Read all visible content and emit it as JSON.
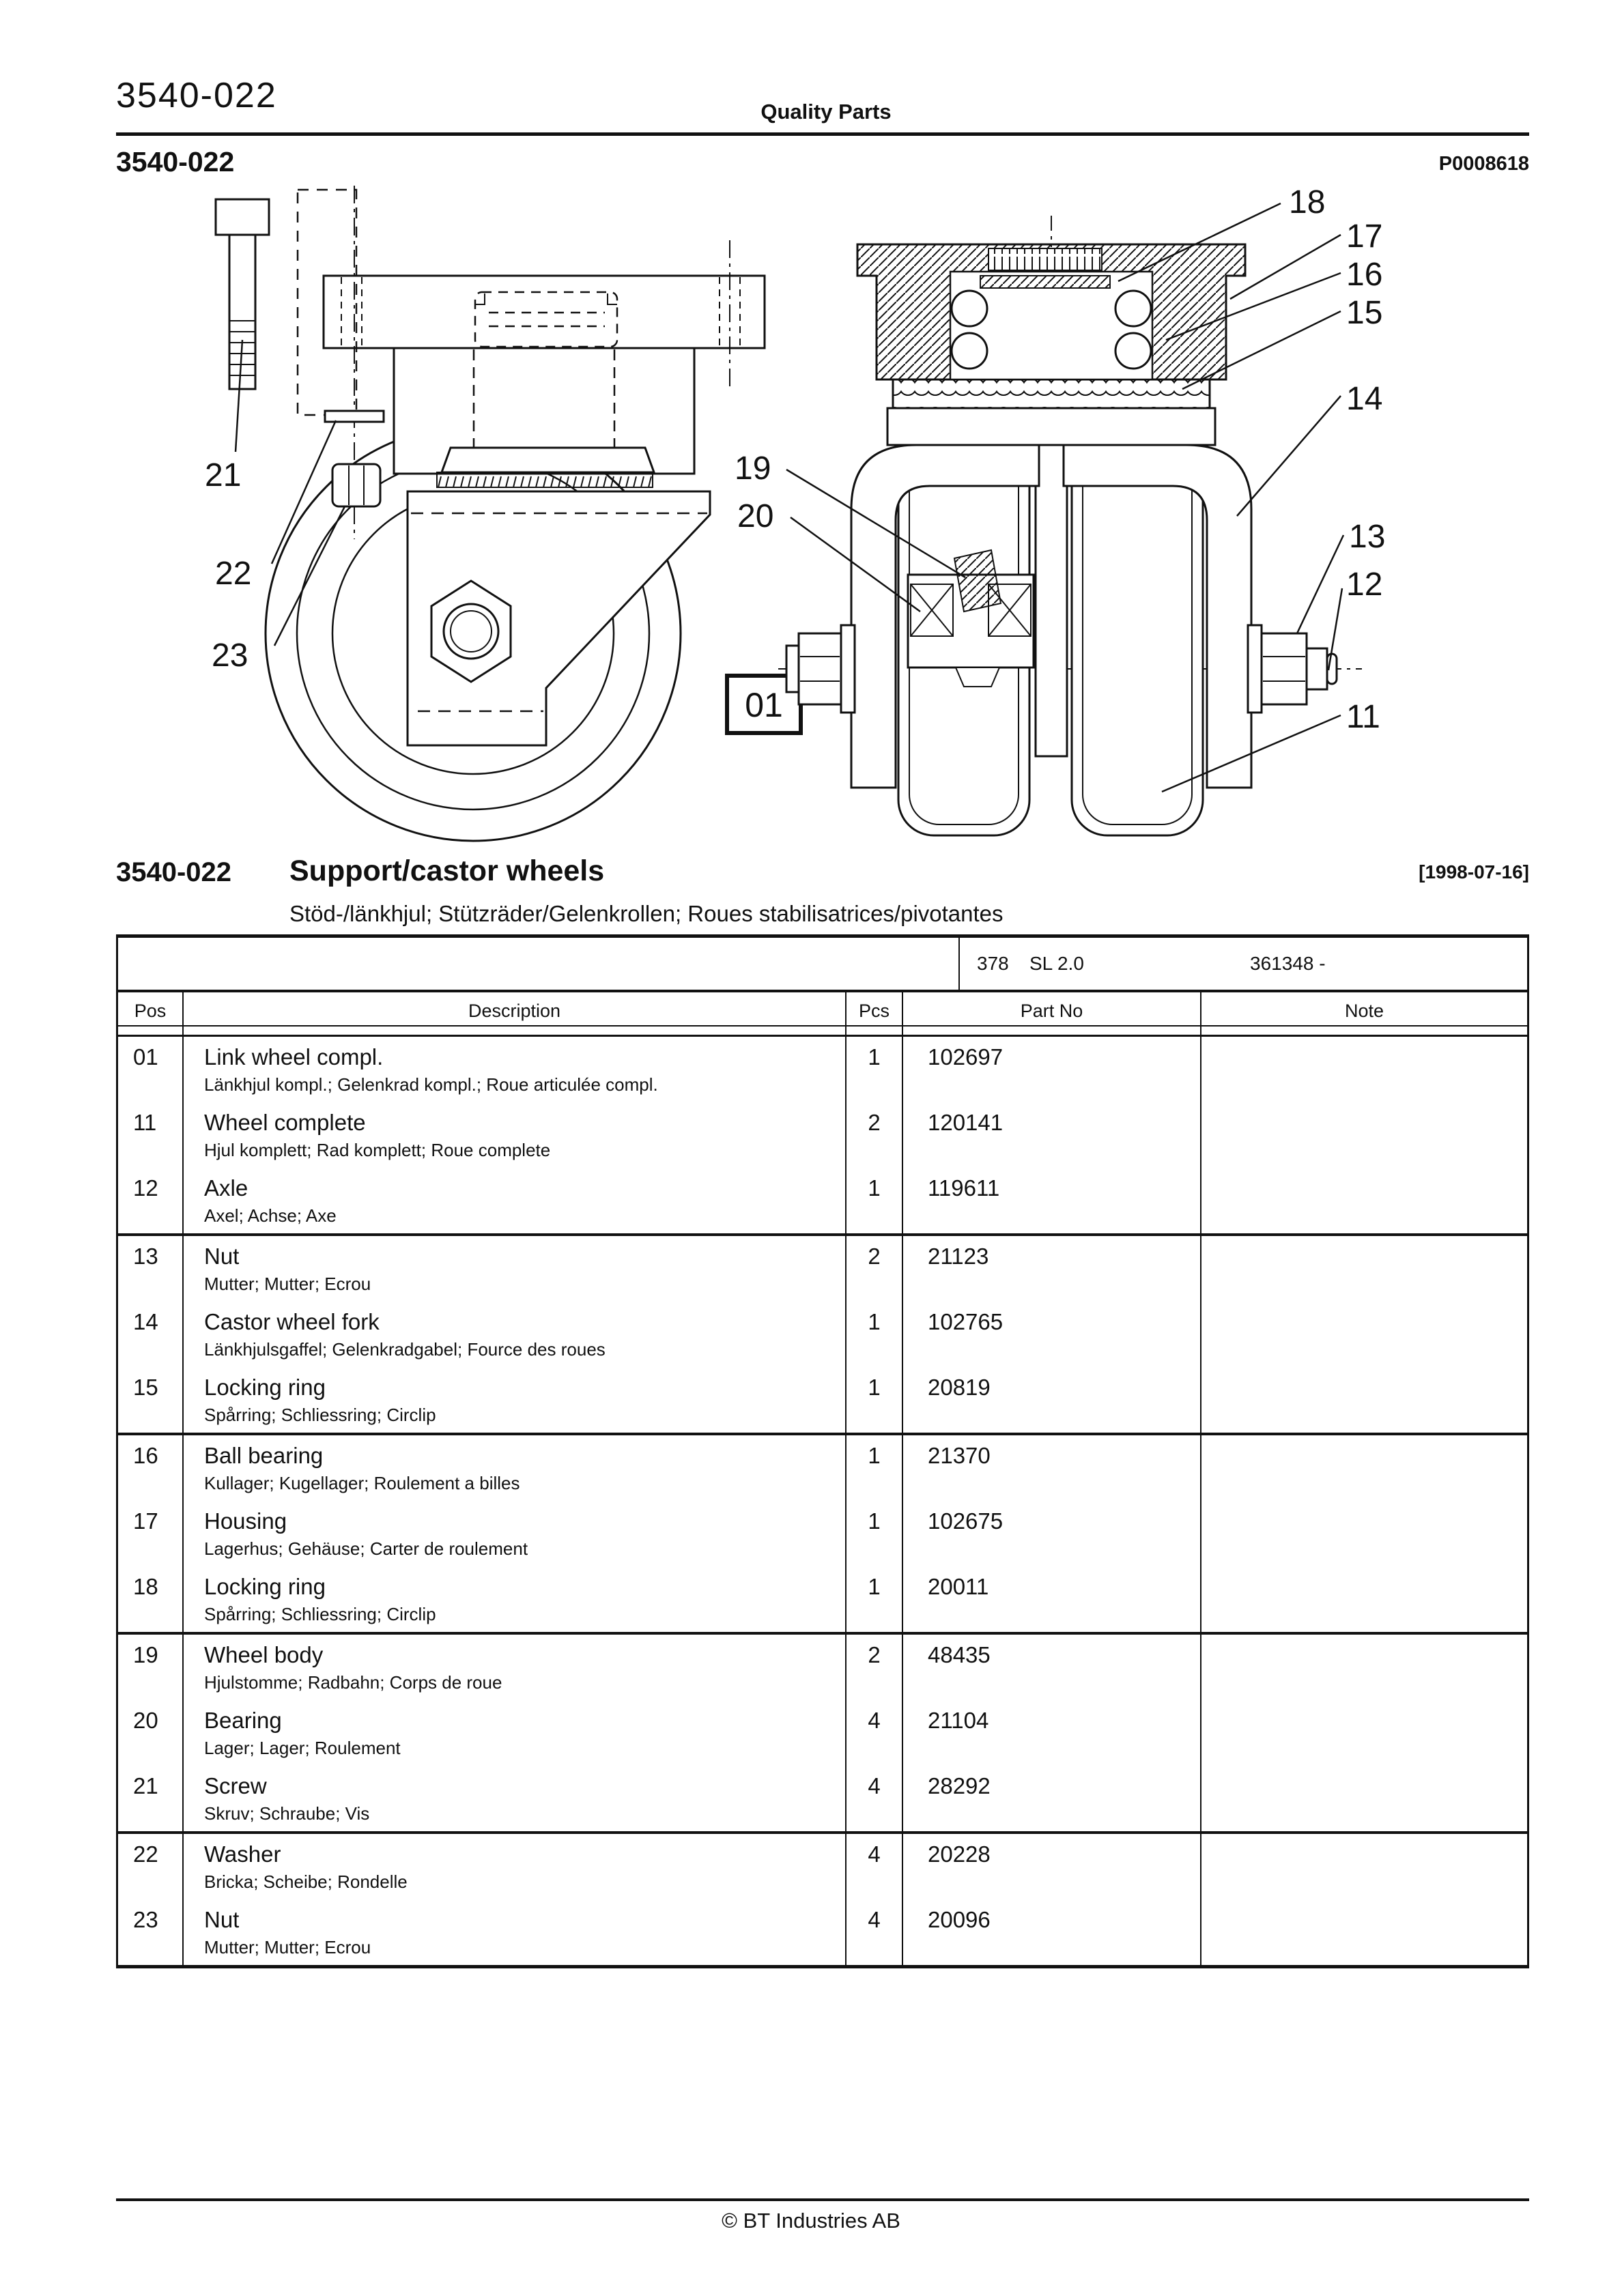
{
  "page": {
    "doc_number": "3540-022",
    "header_title": "Quality Parts",
    "figure_ref": "P0008618",
    "footer": "© BT Industries AB"
  },
  "section": {
    "code": "3540-022",
    "title": "Support/castor wheels",
    "date": "[1998-07-16]",
    "subtitle": "Stöd-/länkhjul; Stützräder/Gelenkrollen; Roues stabilisatrices/pivotantes"
  },
  "diagram": {
    "figure_label": "01",
    "callouts": [
      "18",
      "17",
      "16",
      "15",
      "14",
      "13",
      "12",
      "11",
      "19",
      "20",
      "21",
      "22",
      "23"
    ]
  },
  "table": {
    "model_info": {
      "model": "378",
      "variant": "SL 2.0",
      "serial_range": "361348 -"
    },
    "columns": [
      "Pos",
      "Description",
      "Pcs",
      "Part No",
      "Note"
    ],
    "rows": [
      {
        "pos": "01",
        "desc": "Link wheel compl.",
        "desc_i18n": "Länkhjul kompl.; Gelenkrad kompl.; Roue articulée compl.",
        "pcs": "1",
        "part_no": "102697",
        "note": "",
        "group_end": false
      },
      {
        "pos": "11",
        "desc": "Wheel complete",
        "desc_i18n": "Hjul komplett; Rad komplett; Roue complete",
        "pcs": "2",
        "part_no": "120141",
        "note": "",
        "group_end": false
      },
      {
        "pos": "12",
        "desc": "Axle",
        "desc_i18n": "Axel; Achse; Axe",
        "pcs": "1",
        "part_no": "119611",
        "note": "",
        "group_end": true
      },
      {
        "pos": "13",
        "desc": "Nut",
        "desc_i18n": "Mutter; Mutter; Ecrou",
        "pcs": "2",
        "part_no": "21123",
        "note": "",
        "group_end": false
      },
      {
        "pos": "14",
        "desc": "Castor wheel fork",
        "desc_i18n": "Länkhjulsgaffel; Gelenkradgabel; Fource des roues",
        "pcs": "1",
        "part_no": "102765",
        "note": "",
        "group_end": false
      },
      {
        "pos": "15",
        "desc": "Locking ring",
        "desc_i18n": "Spårring; Schliessring; Circlip",
        "pcs": "1",
        "part_no": "20819",
        "note": "",
        "group_end": true
      },
      {
        "pos": "16",
        "desc": "Ball bearing",
        "desc_i18n": "Kullager; Kugellager; Roulement a billes",
        "pcs": "1",
        "part_no": "21370",
        "note": "",
        "group_end": false
      },
      {
        "pos": "17",
        "desc": "Housing",
        "desc_i18n": "Lagerhus; Gehäuse; Carter de roulement",
        "pcs": "1",
        "part_no": "102675",
        "note": "",
        "group_end": false
      },
      {
        "pos": "18",
        "desc": "Locking ring",
        "desc_i18n": "Spårring; Schliessring; Circlip",
        "pcs": "1",
        "part_no": "20011",
        "note": "",
        "group_end": true
      },
      {
        "pos": "19",
        "desc": "Wheel body",
        "desc_i18n": "Hjulstomme; Radbahn; Corps de roue",
        "pcs": "2",
        "part_no": "48435",
        "note": "",
        "group_end": false
      },
      {
        "pos": "20",
        "desc": "Bearing",
        "desc_i18n": "Lager; Lager; Roulement",
        "pcs": "4",
        "part_no": "21104",
        "note": "",
        "group_end": false
      },
      {
        "pos": "21",
        "desc": "Screw",
        "desc_i18n": "Skruv; Schraube; Vis",
        "pcs": "4",
        "part_no": "28292",
        "note": "",
        "group_end": true
      },
      {
        "pos": "22",
        "desc": "Washer",
        "desc_i18n": "Bricka; Scheibe; Rondelle",
        "pcs": "4",
        "part_no": "20228",
        "note": "",
        "group_end": false
      },
      {
        "pos": "23",
        "desc": "Nut",
        "desc_i18n": "Mutter; Mutter; Ecrou",
        "pcs": "4",
        "part_no": "20096",
        "note": "",
        "group_end": false
      }
    ]
  }
}
